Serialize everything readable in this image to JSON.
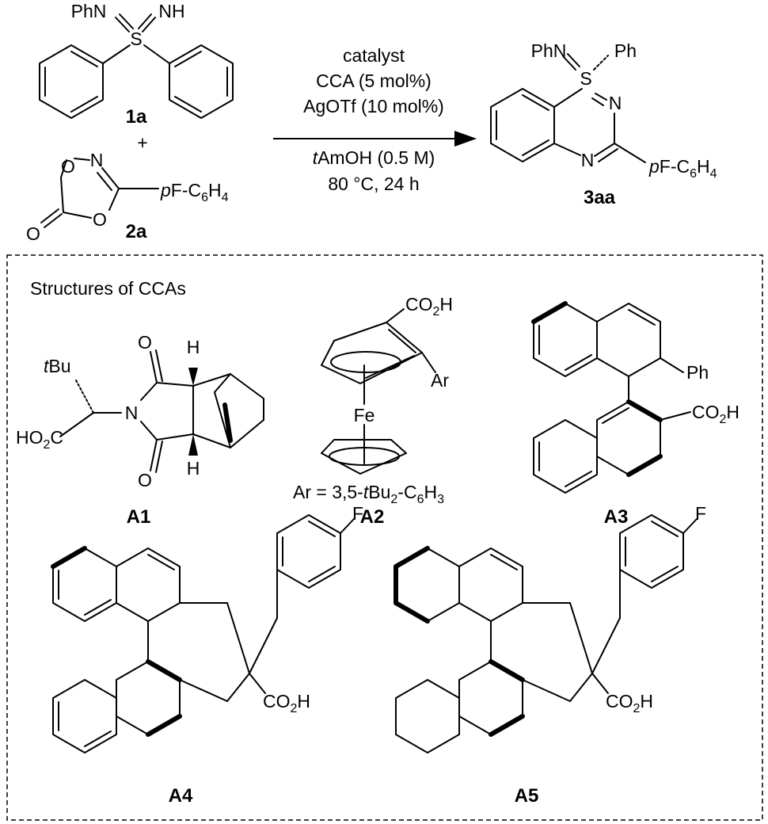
{
  "reaction": {
    "reactant1": {
      "label": "1a",
      "group_left": "PhN",
      "group_right": "NH",
      "atom": "S"
    },
    "plus": "+",
    "reactant2": {
      "label": "2a",
      "substituent": "pF-C6H4"
    },
    "conditions": [
      "catalyst",
      "CCA (5 mol%)",
      "AgOTf (10 mol%)",
      "tAmOH (0.5 M)",
      "80 °C, 24 h"
    ],
    "product": {
      "label": "3aa",
      "group_left": "PhN",
      "group_right": "Ph",
      "substituent": "pF-C6H4"
    }
  },
  "panel": {
    "title": "Structures of CCAs",
    "compounds": [
      {
        "label": "A1"
      },
      {
        "label": "A2",
        "note": "Ar = 3,5-tBu2-C6H3"
      },
      {
        "label": "A3"
      },
      {
        "label": "A4"
      },
      {
        "label": "A5"
      }
    ]
  }
}
